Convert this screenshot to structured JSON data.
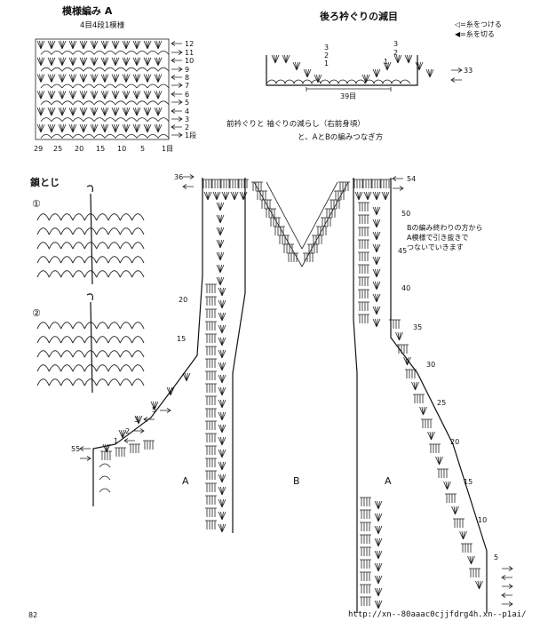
{
  "pattern_a": {
    "title": "模様編み A",
    "subtitle": "4目4段1模様",
    "row_numbers": [
      "12",
      "11",
      "10",
      "9",
      "8",
      "7",
      "6",
      "5",
      "4",
      "3",
      "2",
      "1段"
    ],
    "col_numbers": [
      "29",
      "25",
      "20",
      "15",
      "10",
      "5",
      "1目"
    ]
  },
  "back_neck": {
    "title": "後ろ衿ぐりの減目",
    "legend_attach": "◁=糸をつける",
    "legend_cut": "◀=糸を切る",
    "left_rows": [
      "3",
      "2",
      "1"
    ],
    "right_rows": [
      "3",
      "2",
      "1"
    ],
    "right_end": "33",
    "center_count": "39目"
  },
  "front_title": {
    "line1": "前衿ぐりと 袖ぐりの減らし（右前身頃）",
    "line2": "と、AとBの編みつなぎ方"
  },
  "chain_join": {
    "title": "鎖とじ",
    "step1": "①",
    "step2": "②"
  },
  "main_chart": {
    "row_left_top": "36",
    "row_left_20": "20",
    "row_left_15": "15",
    "row_left_5": "5",
    "row_left_3": "3",
    "row_left_2": "2",
    "row_left_1": "1",
    "row_left_55": "55",
    "right_rows": [
      "54",
      "50",
      "45",
      "40",
      "35",
      "30",
      "25",
      "20",
      "15",
      "10",
      "5"
    ],
    "section_a_left": "A",
    "section_b": "B",
    "section_a_right": "A",
    "note_lines": [
      "Bの編み終わりの方から",
      "A模様で引き抜きで",
      "つないでいきます"
    ]
  },
  "page_number": "82",
  "watermark": "http://xn--80aaac0cjjfdrg4h.xn--p1ai/"
}
